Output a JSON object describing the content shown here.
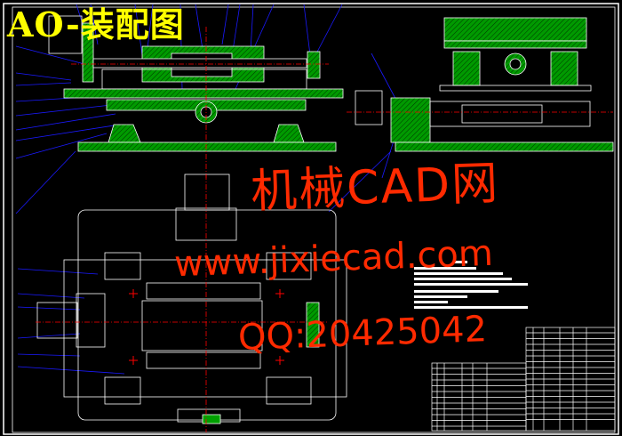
{
  "drawing": {
    "title": "AO-装配图",
    "colors": {
      "background": "#000000",
      "outline": "#ffffff",
      "hatch": "#00a000",
      "leader": "#0000ff",
      "centerline": "#ff0000",
      "title": "#ffff00",
      "watermark": "#ff2a00"
    }
  },
  "watermark": {
    "line1": "机械CAD网",
    "line2": "www.jixiecad.com",
    "line3": "QQ:20425042"
  }
}
